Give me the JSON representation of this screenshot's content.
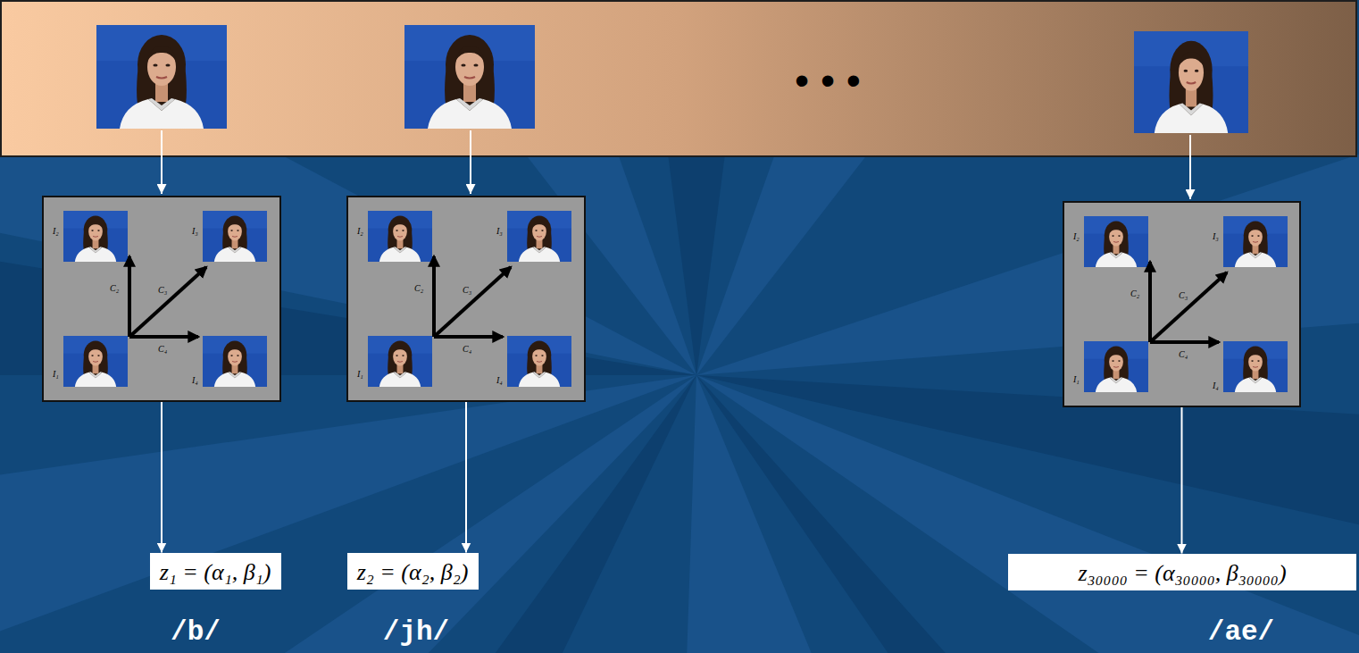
{
  "diagram": {
    "nodes": [
      {
        "text": [
          "I₂",
          "I₃",
          "C₂",
          "C₃",
          "C₄",
          "I₁",
          "I₄"
        ]
      },
      {
        "text": [
          "I₂",
          "I₃",
          "C₂",
          "C₃",
          "C₄",
          "I₁",
          "I₄"
        ]
      },
      {
        "text": [
          "I₂",
          "I₃",
          "C₂",
          "C₃",
          "C₄",
          "I₁",
          "I₄"
        ]
      },
      {
        "text": [
          "z₁ = (α₁, β₁)"
        ]
      },
      {
        "text": [
          "z₂ = (α₂, β₂)"
        ]
      },
      {
        "text": [
          "z₃₀₀₀₀ = (α₃₀₀₀₀, β₃₀₀₀₀)"
        ]
      }
    ],
    "edges": [
      {
        "from": 0,
        "to": 3,
        "arrow": "to"
      },
      {
        "from": 1,
        "to": 4,
        "arrow": "to"
      },
      {
        "from": 2,
        "to": 5,
        "arrow": "to"
      }
    ],
    "labels": [
      "• • •",
      "/b/",
      "/jh/",
      "/ae/"
    ]
  }
}
